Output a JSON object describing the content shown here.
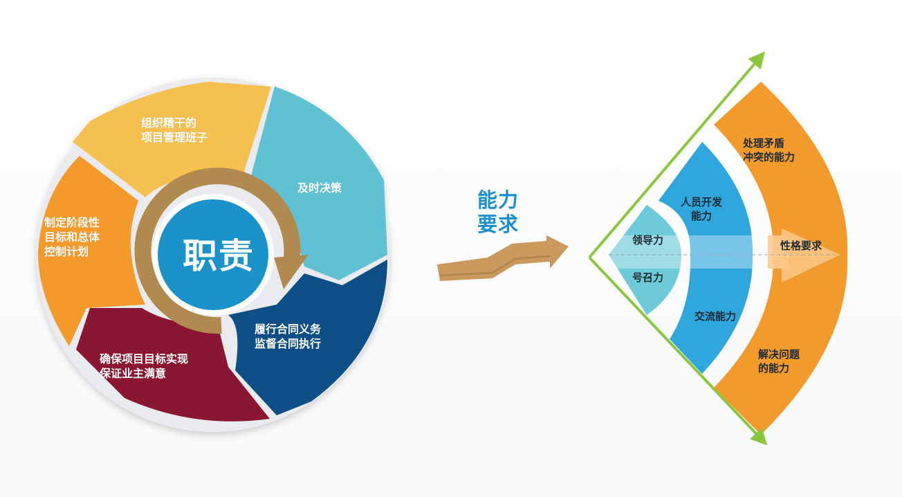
{
  "left_cycle": {
    "center_label": "职责",
    "segments": [
      {
        "label": "组织精干的\n项目管理班子",
        "color": "#f5c04f"
      },
      {
        "label": "及时决策",
        "color": "#5fc1d3"
      },
      {
        "label": "履行合同义务\n监督合同执行",
        "color": "#0f4f86"
      },
      {
        "label": "确保项目目标实现\n保证业主满意",
        "color": "#8b1532"
      },
      {
        "label": "制定阶段性\n目标和总体\n控制计划",
        "color": "#f39a2c"
      }
    ],
    "center_color": "#1b92c9",
    "ring_arrow_color": "#b08a4e"
  },
  "middle": {
    "label": "能力\n要求",
    "arrow_color": "#c99a5c"
  },
  "right_fan": {
    "inner": {
      "top_label": "领导力",
      "bottom_label": "号召力",
      "color": "#6ec9d8"
    },
    "middle": {
      "top_label": "人员开发\n能力",
      "bottom_label": "交流能力",
      "color": "#2fa6dc"
    },
    "outer": {
      "top_label": "处理矛盾\n冲突的能力",
      "bottom_label": "解决问题\n的能力",
      "color": "#f39a2c"
    },
    "arrow_label": "性格要求",
    "axis_color": "#8cc63f"
  }
}
